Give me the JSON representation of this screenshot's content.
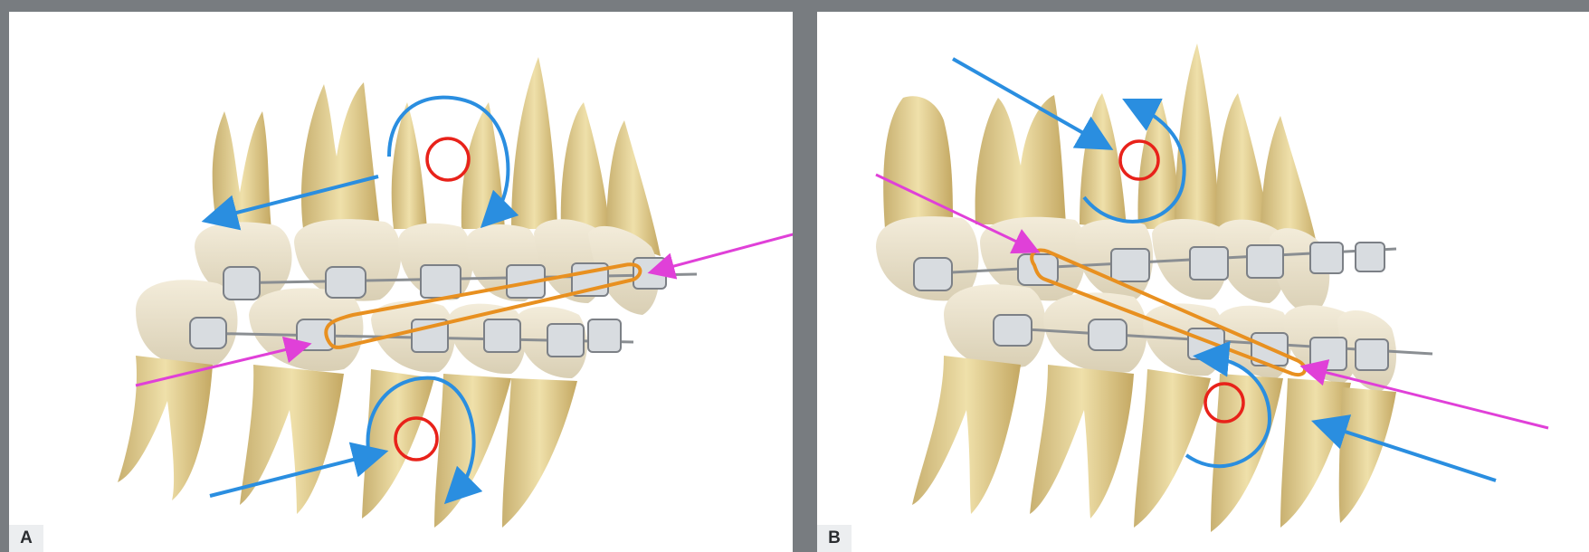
{
  "panels": [
    {
      "label": "A"
    },
    {
      "label": "B"
    }
  ],
  "colors": {
    "background": "#787c80",
    "force_arrow": "#2a8ee0",
    "elastic_arrow": "#e040d8",
    "center_of_resistance": "#e8221a",
    "elastic_band": "#e89020",
    "tooth": "#e3d29c",
    "enamel": "#ece6d4",
    "bracket": "#d8dce0"
  },
  "icons": [
    "tooth-illustration",
    "bracket-icon",
    "rotation-arrow-icon",
    "center-of-resistance-icon",
    "elastic-band-icon"
  ]
}
